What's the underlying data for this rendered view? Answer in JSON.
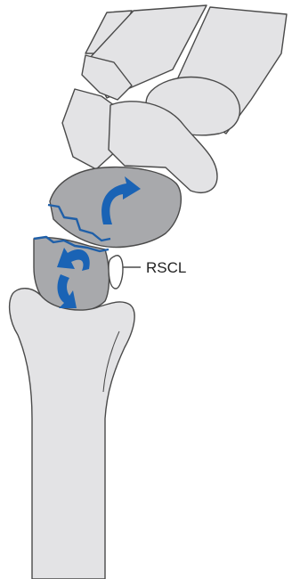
{
  "labels": {
    "ligament": "RSCL"
  },
  "colors": {
    "bone_fill": "#e3e3e5",
    "fractured_bone_fill": "#a8a9ac",
    "outline": "#4a4a4a",
    "fracture_line": "#1f5fa8",
    "rotation_arrow": "#1a63b5",
    "ligament_fill": "#ffffff",
    "background": "#ffffff"
  },
  "icons": {
    "upper_fragment_arrow": "curved-rotation-arrow",
    "lower_fragment_arrow": "curved-rotation-arrow"
  }
}
